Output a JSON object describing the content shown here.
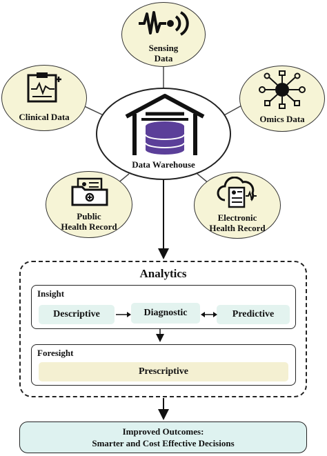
{
  "sources": {
    "sensing": {
      "label_line1": "Sensing",
      "label_line2": "Data"
    },
    "clinical": {
      "label": "Clinical Data"
    },
    "omics": {
      "label": "Omics Data"
    },
    "public": {
      "label_line1": "Public",
      "label_line2": "Health Record"
    },
    "electronic": {
      "label_line1": "Electronic",
      "label_line2": "Health Record"
    }
  },
  "hub": {
    "label": "Data Warehouse"
  },
  "analytics": {
    "title": "Analytics",
    "insight": {
      "title": "Insight",
      "steps": [
        "Descriptive",
        "Diagnostic",
        "Predictive"
      ]
    },
    "foresight": {
      "title": "Foresight",
      "steps": [
        "Prescriptive"
      ]
    }
  },
  "outcome": {
    "line1": "Improved Outcomes:",
    "line2": "Smarter and Cost Effective Decisions"
  },
  "colors": {
    "node_fill": "#f6f4d6",
    "insight_pill": "#e3f3ef",
    "foresight_pill": "#f4f0d2",
    "outcome_fill": "#def2f0",
    "database_purple": "#5b3f99"
  }
}
